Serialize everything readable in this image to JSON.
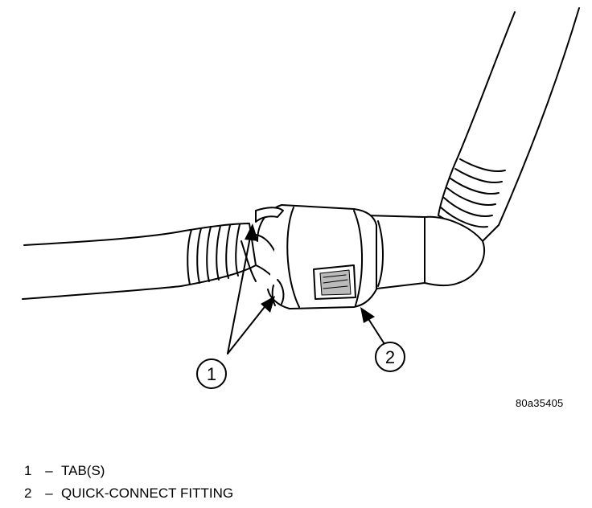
{
  "figure": {
    "id_label": "80a35405",
    "callouts": [
      {
        "number": "1",
        "label": "TAB(S)"
      },
      {
        "number": "2",
        "label": "QUICK-CONNECT FITTING"
      }
    ]
  },
  "legend": {
    "dash": "–",
    "items": [
      {
        "number": "1",
        "label": "TAB(S)"
      },
      {
        "number": "2",
        "label": "QUICK-CONNECT FITTING"
      }
    ]
  }
}
